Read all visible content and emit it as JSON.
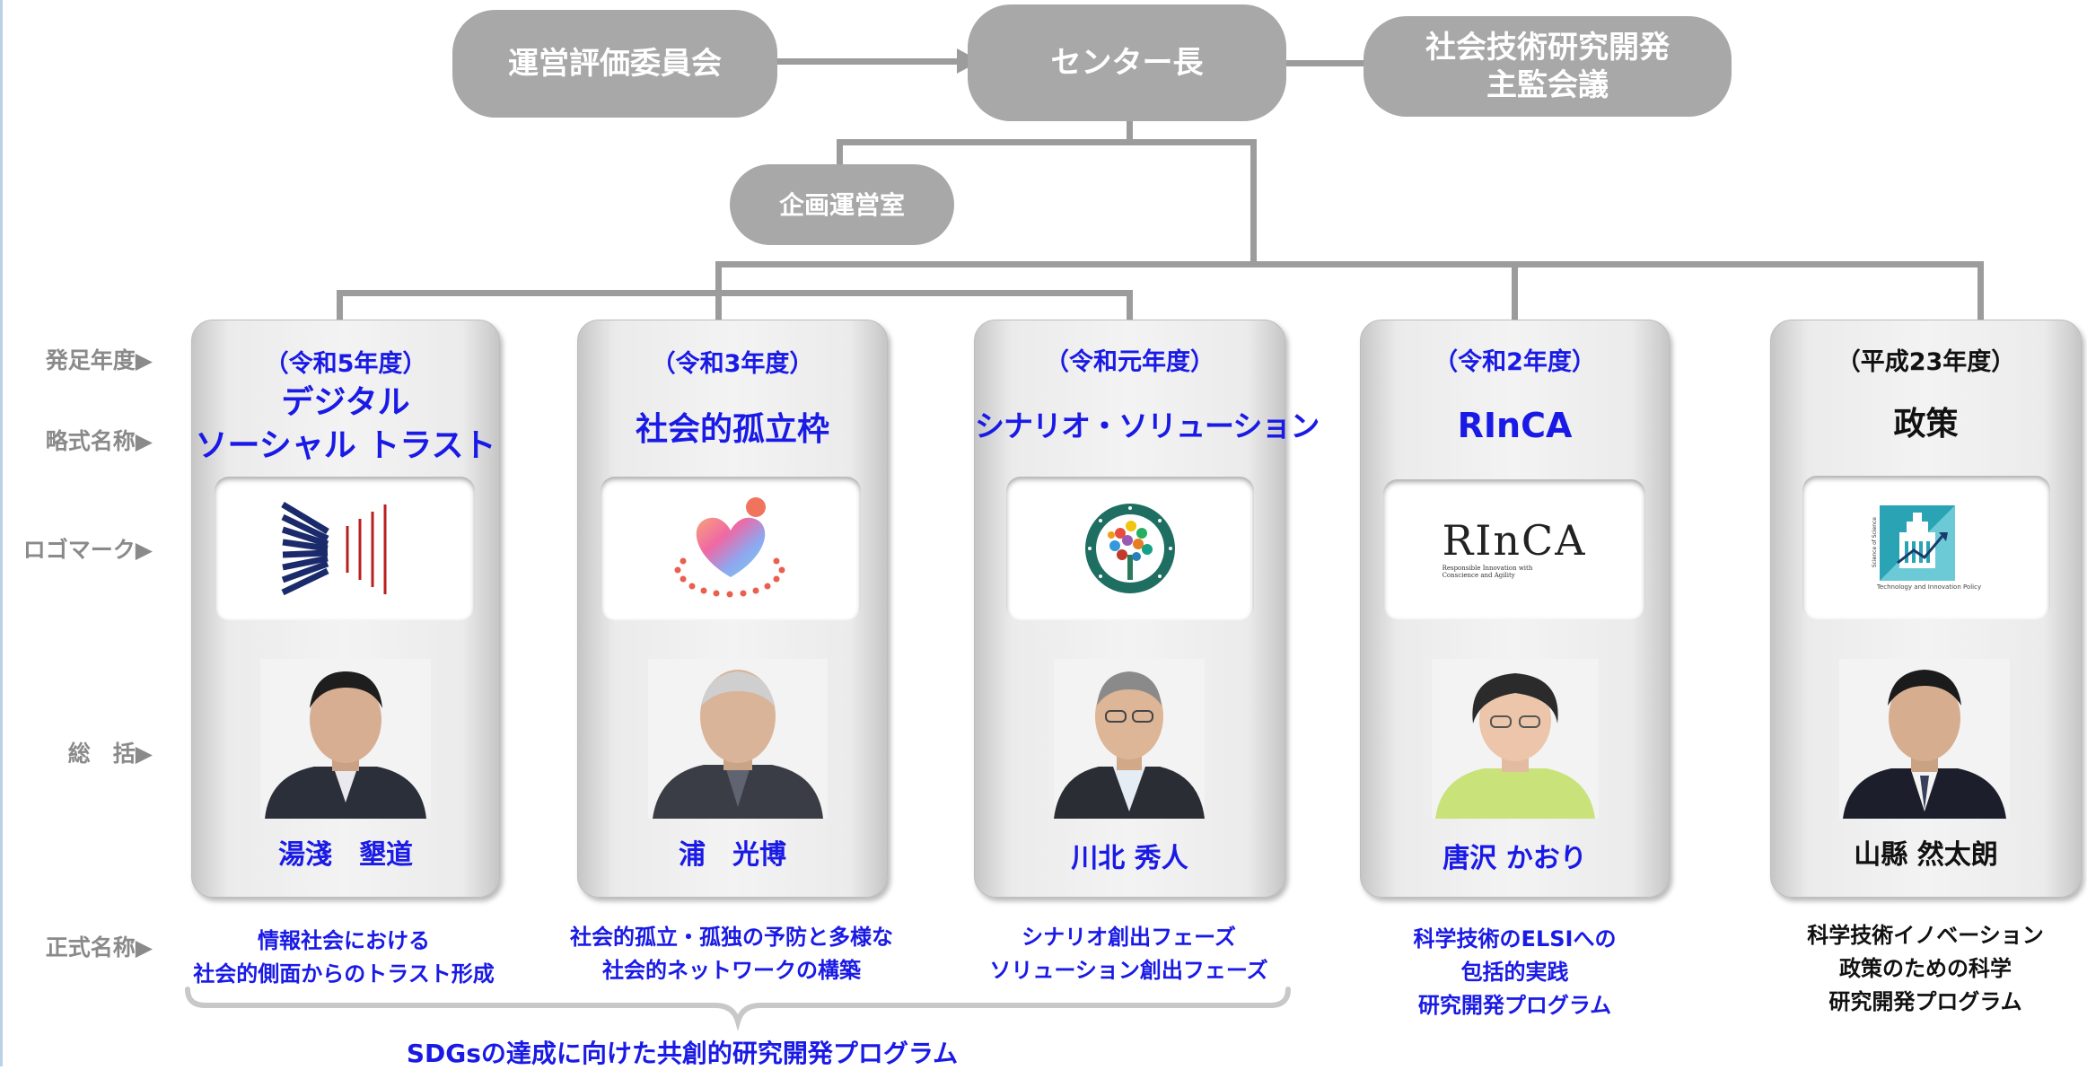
{
  "top": {
    "committee": "運営評価委員会",
    "director": "センター長",
    "council_line1": "社会技術研究開発",
    "council_line2": "主監会議",
    "planning_office": "企画運営室"
  },
  "row_labels": {
    "year": "発足年度▶",
    "short_name": "略式名称▶",
    "logo": "ロゴマーク▶",
    "supervisor": "総　括▶",
    "formal_name": "正式名称▶"
  },
  "programs": [
    {
      "year": "（令和5年度）",
      "short_lines": [
        "デジタル",
        "ソーシャル トラスト"
      ],
      "logo_icon": "digital-social-trust-logo",
      "person": "湯淺　墾道",
      "formal_lines": [
        "情報社会における",
        "社会的側面からのトラスト形成"
      ]
    },
    {
      "year": "（令和3年度）",
      "short_lines": [
        "社会的孤立枠"
      ],
      "logo_icon": "heart-ring-logo",
      "person": "浦　光博",
      "formal_lines": [
        "社会的孤立・孤独の予防と多様な",
        "社会的ネットワークの構築"
      ]
    },
    {
      "year": "（令和元年度）",
      "short_lines": [
        "シナリオ・ソリューション"
      ],
      "logo_icon": "solve-tree-logo",
      "person": "川北 秀人",
      "formal_lines": [
        "シナリオ創出フェーズ",
        "ソリューション創出フェーズ"
      ]
    },
    {
      "year": "（令和2年度）",
      "short_lines": [
        "RInCA"
      ],
      "logo_icon": "rinca-wordmark-logo",
      "logo_word": "RInCA",
      "logo_sub_lines": [
        "Responsible Innovation with",
        "Conscience and Agility"
      ],
      "person": "唐沢 かおり",
      "formal_lines": [
        "科学技術のELSIへの",
        "包括的実践",
        "研究開発プログラム"
      ]
    },
    {
      "year": "（平成23年度）",
      "short_lines": [
        "政策"
      ],
      "logo_icon": "science-policy-logo",
      "logo_side_text": "Science of Science",
      "logo_caption": "Technology and Innovation Policy",
      "person": "山縣 然太朗",
      "formal_lines": [
        "科学技術イノベーション",
        "政策のための科学",
        "研究開発プログラム"
      ]
    }
  ],
  "bracket_label": "SDGsの達成に向けた共創的研究開発プログラム",
  "colors": {
    "accent_blue": "#1a1ae6",
    "gray_box": "#a8a8a8",
    "connector": "#9c9c9c",
    "label_gray": "#8a8a8a"
  }
}
